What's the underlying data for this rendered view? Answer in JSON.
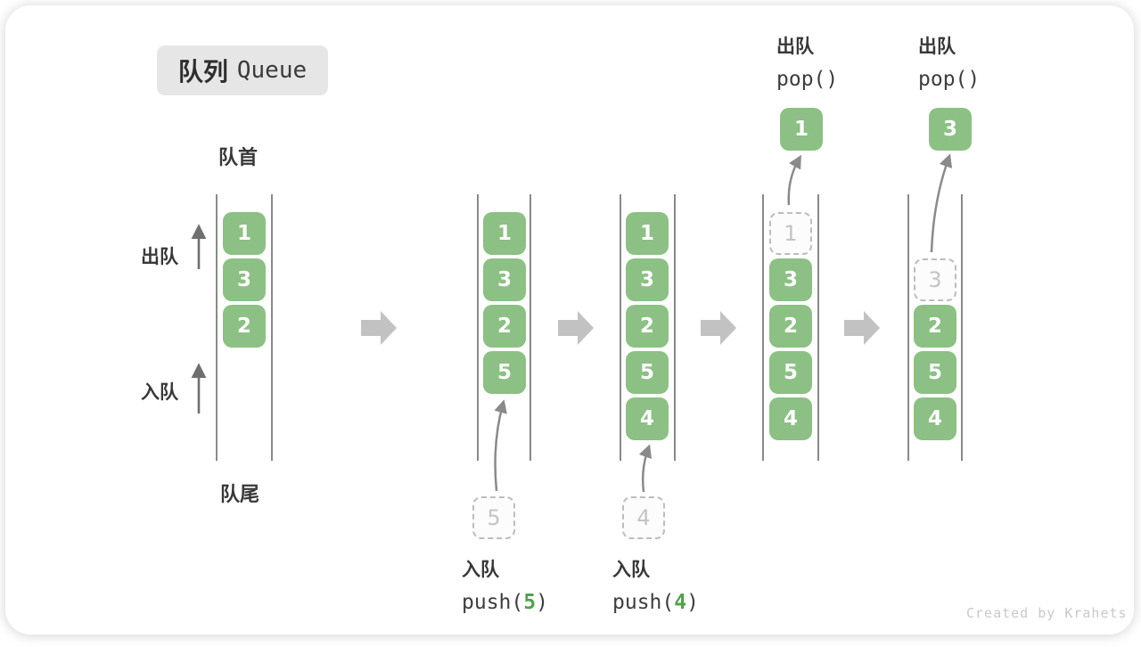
{
  "title": {
    "zh": "队列",
    "en": "Queue"
  },
  "labels": {
    "front": "队首",
    "rear": "队尾",
    "dequeue": "出队",
    "enqueue": "入队"
  },
  "operations": [
    {
      "label": "入队",
      "code_prefix": "push(",
      "code_value": "5",
      "code_suffix": ")"
    },
    {
      "label": "入队",
      "code_prefix": "push(",
      "code_value": "4",
      "code_suffix": ")"
    },
    {
      "label": "出队",
      "code": "pop()"
    },
    {
      "label": "出队",
      "code": "pop()"
    }
  ],
  "states": [
    {
      "boxes": [
        "1",
        "3",
        "2"
      ]
    },
    {
      "boxes": [
        "1",
        "3",
        "2",
        "5"
      ],
      "incoming": "5"
    },
    {
      "boxes": [
        "1",
        "3",
        "2",
        "5",
        "4"
      ],
      "incoming": "4"
    },
    {
      "ghost": "1",
      "boxes": [
        "3",
        "2",
        "5",
        "4"
      ],
      "popped": "1"
    },
    {
      "ghost": "3",
      "boxes": [
        "2",
        "5",
        "4"
      ],
      "popped": "3"
    }
  ],
  "credit": "Created by Krahets",
  "colors": {
    "box_green": "#8cc084",
    "code_number_green": "#54a04e",
    "block_arrow_gray": "#c2c2c2",
    "thin_arrow_gray": "#8a8a8a",
    "badge_gray": "#e6e6e6",
    "ghost_border_gray": "#bdbdbd",
    "text_dark": "#383838",
    "credit_gray": "#c9c9c9"
  }
}
